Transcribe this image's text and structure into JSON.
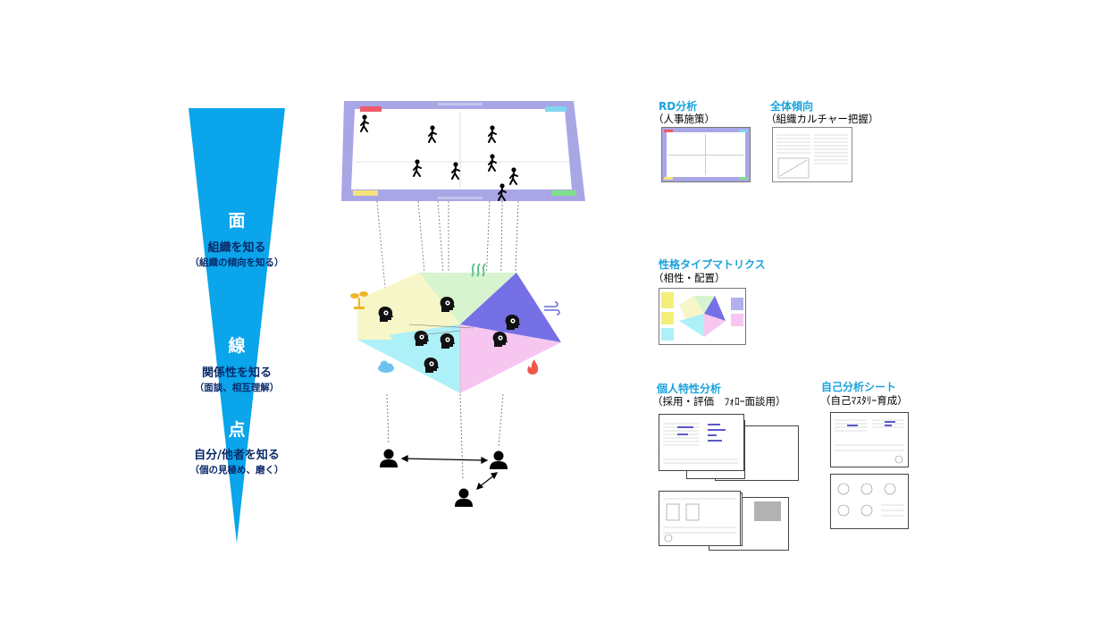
{
  "cone": {
    "color": "#0aa5ea",
    "level1": {
      "big": "面",
      "label": "組織を知る",
      "sub": "（組織の傾向を知る）"
    },
    "level2": {
      "big": "線",
      "label": "関係性を知る",
      "sub": "（面談、相互理解）"
    },
    "level3": {
      "big": "点",
      "label": "自分/他者を知る",
      "sub": "（個の見極め、磨く）"
    }
  },
  "sections": {
    "rd": {
      "title": "RD分析",
      "sub": "（人事施策）"
    },
    "overall": {
      "title": "全体傾向",
      "sub": "（組織カルチャー把握）"
    },
    "matrix": {
      "title": "性格タイプマトリクス",
      "sub": "（相性・配置）"
    },
    "individual": {
      "title": "個人特性分析",
      "sub": "（採用・評価　ﾌｫﾛｰ面談用）"
    },
    "self": {
      "title": "自己分析シート",
      "sub": "（自己ﾏｽﾀﾘｰ育成）"
    }
  },
  "colors": {
    "frame": "#a9a6e6",
    "yellow": "#f7f6c8",
    "green": "#d7f4cf",
    "purple": "#7570e6",
    "cyan": "#aef0f7",
    "pink": "#f6c6f0",
    "accent_title": "#1aa3dd"
  },
  "icons": [
    "walking-person-icon",
    "head-gear-icon",
    "person-icon",
    "sprout-icon",
    "wave-icon",
    "wind-icon",
    "cloud-icon",
    "flame-icon"
  ]
}
